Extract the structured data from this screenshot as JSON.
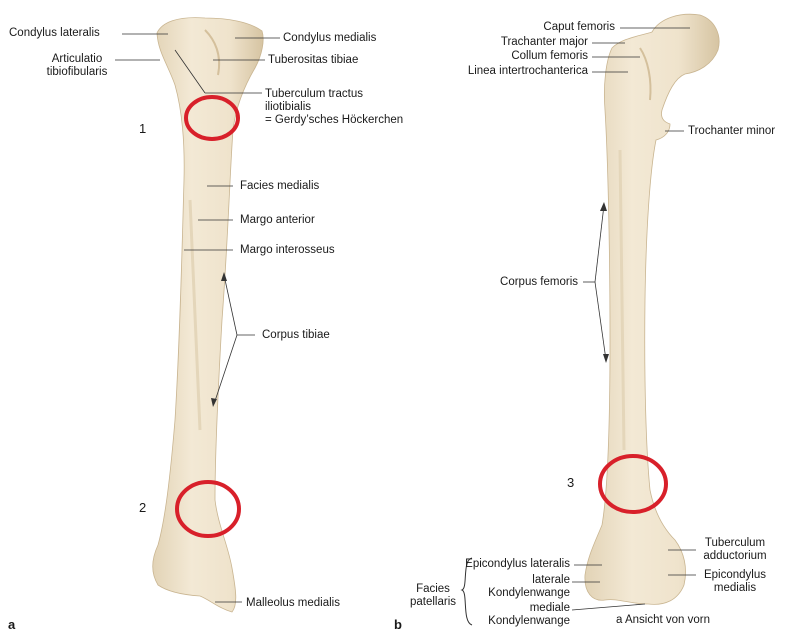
{
  "panels": {
    "a": "a",
    "b": "b"
  },
  "tibia_labels": {
    "condylus_lateralis": "Condylus lateralis",
    "articulatio_line1": "Articulatio",
    "articulatio_line2": "tibiofibularis",
    "condylus_medialis": "Condylus medialis",
    "tuberositas_tibiae": "Tuberositas tibiae",
    "tuberculum_line1": "Tuberculum tractus",
    "tuberculum_line2": "iliotibialis",
    "tuberculum_line3": "= Gerdy’sches Höckerchen",
    "facies_medialis": "Facies medialis",
    "margo_anterior": "Margo anterior",
    "margo_interosseus": "Margo interosseus",
    "corpus_tibiae": "Corpus tibiae",
    "malleolus_medialis": "Malleolus medialis"
  },
  "femur_labels": {
    "caput_femoris": "Caput femoris",
    "trochanter_major": "Trachanter major",
    "collum_femoris": "Collum femoris",
    "linea_intertrochanterica": "Linea intertrochanterica",
    "trochanter_minor": "Trochanter minor",
    "corpus_femoris": "Corpus femoris",
    "tuberculum_line1": "Tuberculum",
    "tuberculum_line2": "adductorium",
    "epicondylus_lateralis": "Epicondylus lateralis",
    "epicondylus_medialis_line1": "Epicondylus",
    "epicondylus_medialis_line2": "medialis",
    "facies_line1": "Facies",
    "facies_line2": "patellaris",
    "laterale_line1": "laterale",
    "laterale_line2": "Kondylenwange",
    "mediale_line1": "mediale",
    "mediale_line2": "Kondylenwange",
    "view_caption": "a Ansicht von vorn"
  },
  "markers": [
    "1",
    "2",
    "3"
  ],
  "colors": {
    "bone": "#efe3cc",
    "bone_shade": "#d9c8a8",
    "marker_ring": "#d8202a",
    "line": "#333333"
  }
}
